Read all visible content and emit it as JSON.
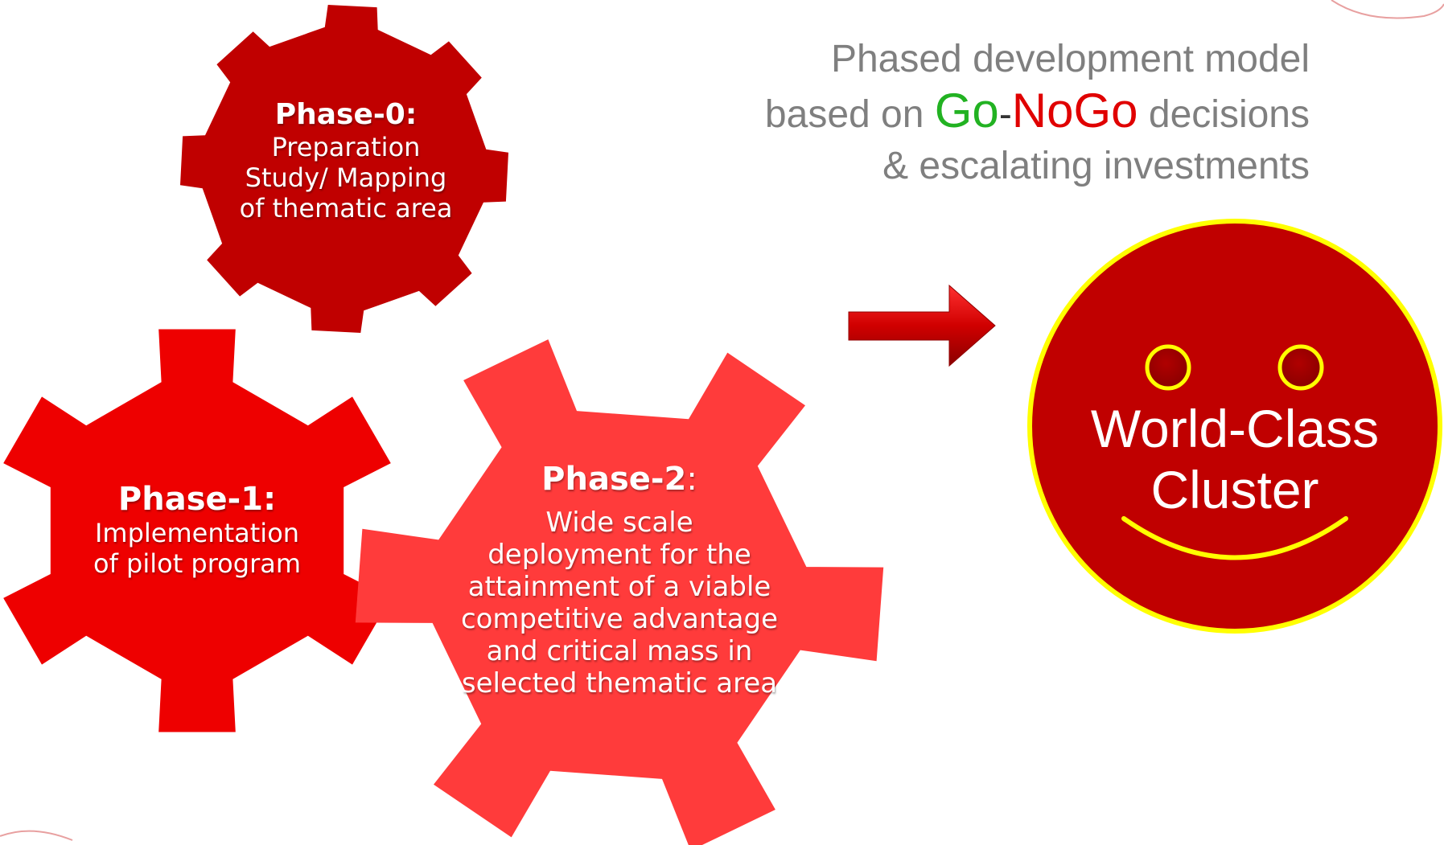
{
  "heading": {
    "line1": "Phased development model",
    "line2_prefix": "based on ",
    "go": "Go",
    "dash": "-",
    "nogo": "NoGo",
    "line2_suffix": " decisions",
    "line3": "& escalating investments"
  },
  "phases": {
    "phase0": {
      "title": "Phase-0:",
      "lines": [
        "Preparation",
        "Study/ Mapping",
        "of thematic area"
      ]
    },
    "phase1": {
      "title": "Phase-1:",
      "lines": [
        "Implementation",
        "of pilot program"
      ]
    },
    "phase2": {
      "title": "Phase-2",
      "title_suffix": ":",
      "lines": [
        "Wide scale",
        "deployment for the",
        "attainment of a viable",
        "competitive advantage",
        "and critical mass in",
        "selected thematic area"
      ]
    }
  },
  "cluster": {
    "line1": "World-Class",
    "line2": "Cluster"
  },
  "colors": {
    "gear0": "#c00000",
    "gear1": "#ee0000",
    "gear2": "#ff3b3b",
    "cluster_fill": "#c00000",
    "cluster_border": "#ffff00",
    "eye_fill": "#a00000",
    "arrow": "#cc0000",
    "go": "#22b222",
    "nogo": "#e00000",
    "heading_text": "#7f7f7f"
  }
}
